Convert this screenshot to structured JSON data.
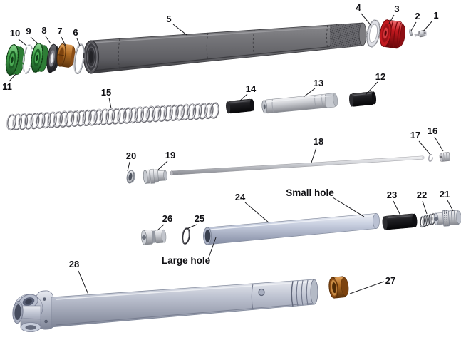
{
  "diagram": {
    "type": "exploded-parts-diagram",
    "labels": {
      "p1": "1",
      "p2": "2",
      "p3": "3",
      "p4": "4",
      "p5": "5",
      "p6": "6",
      "p7": "7",
      "p8": "8",
      "p9": "9",
      "p10": "10",
      "p11": "11",
      "p12": "12",
      "p13": "13",
      "p14": "14",
      "p15": "15",
      "p16": "16",
      "p17": "17",
      "p18": "18",
      "p19": "19",
      "p20": "20",
      "p21": "21",
      "p22": "22",
      "p23": "23",
      "p24": "24",
      "p25": "25",
      "p26": "26",
      "p27": "27",
      "p28": "28"
    },
    "annotations": {
      "small_hole": "Small hole",
      "large_hole": "Large hole"
    },
    "colors": {
      "background": "#ffffff",
      "upper_tube_gray": "#707074",
      "anodized_red": "#c2191f",
      "anodized_green": "#46a84f",
      "bronze": "#b06c24",
      "silver": "#cfd1d6",
      "blue_silver": "#c8cfe0",
      "black_part": "#16161a",
      "line_black": "#1b1b1f"
    }
  }
}
